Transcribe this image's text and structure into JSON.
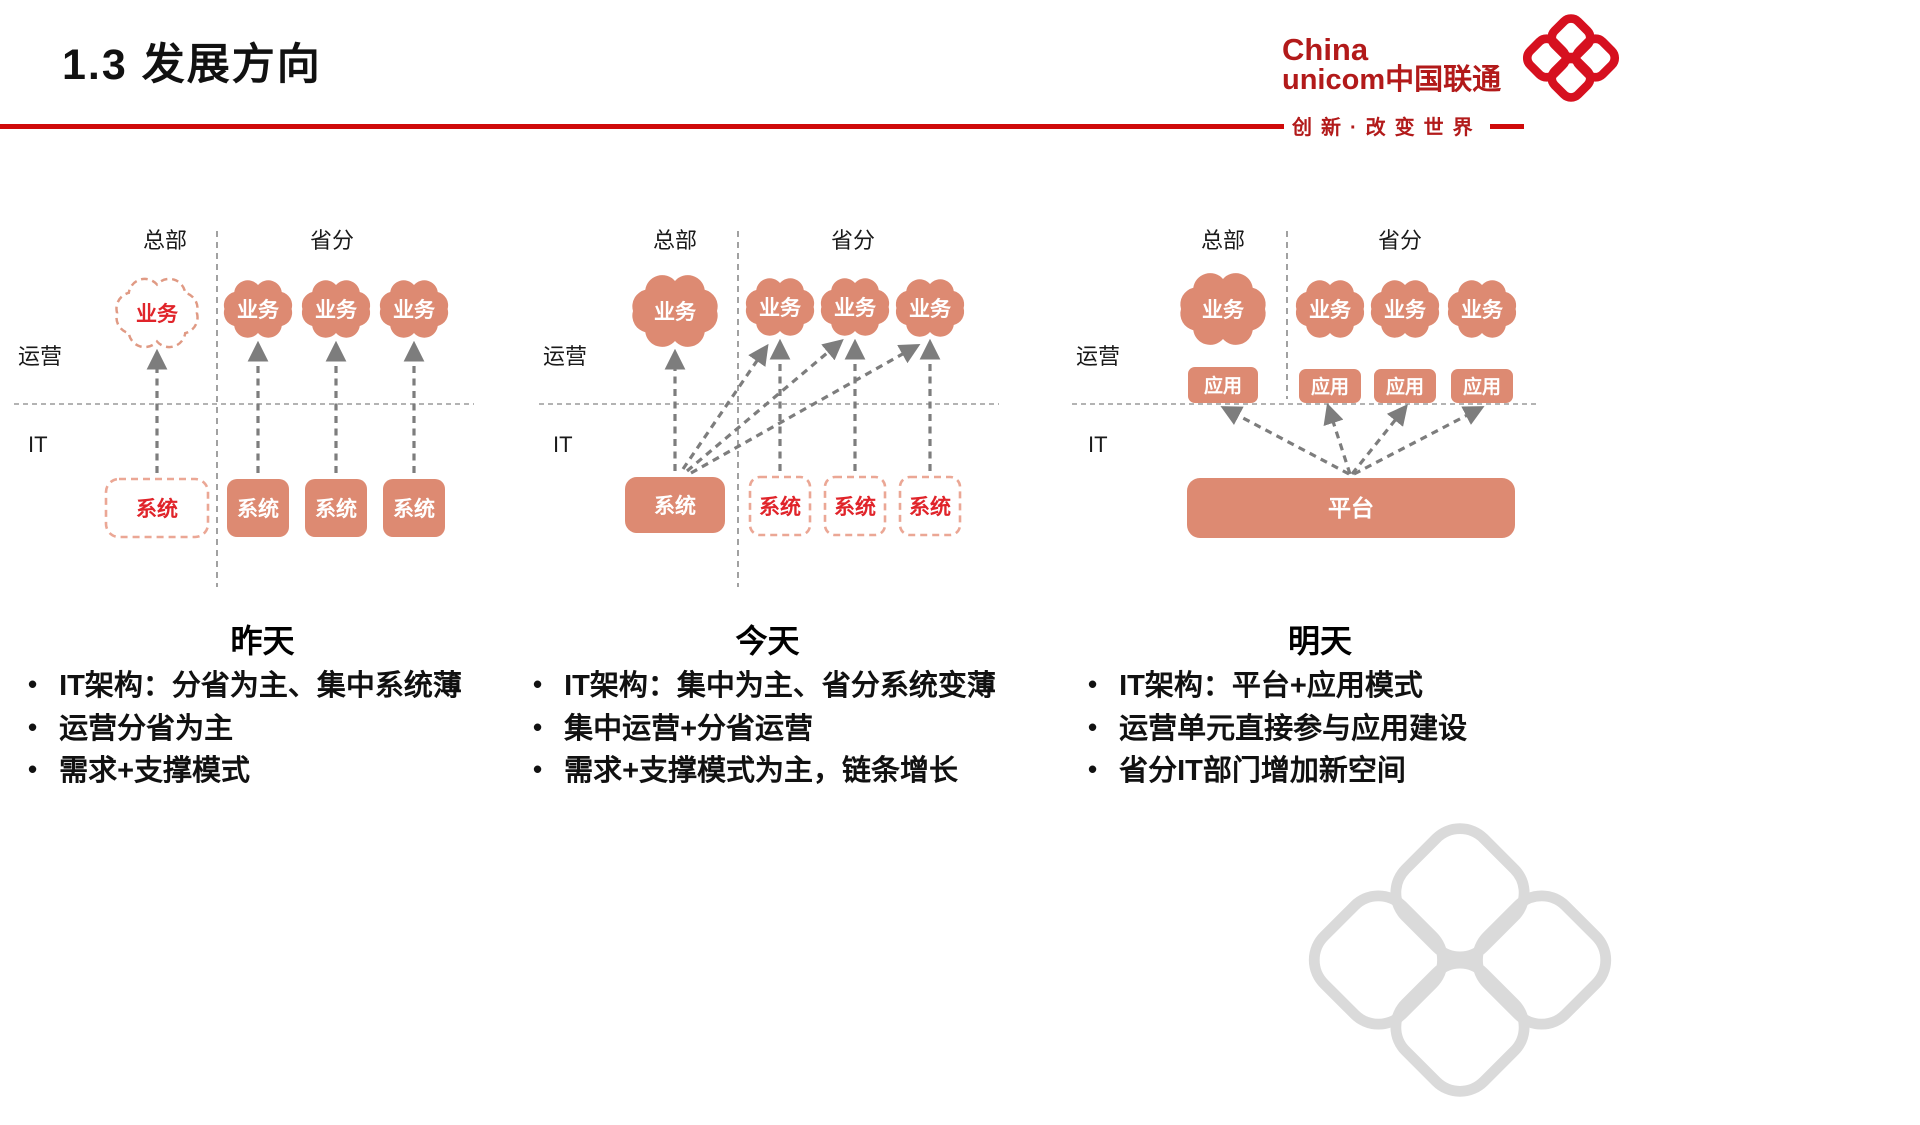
{
  "header": {
    "title": "1.3 发展方向",
    "logo": {
      "line1": "China",
      "line2": "unicom中国联通",
      "tagline": "创新·改变世界"
    }
  },
  "labels": {
    "hq": "总部",
    "province": "省分",
    "operation": "运营",
    "it": "IT",
    "business": "业务",
    "system": "系统",
    "app": "应用",
    "platform": "平台"
  },
  "panels": [
    {
      "caption": "昨天",
      "bullets": [
        "IT架构：分省为主、集中系统薄",
        "运营分省为主",
        "需求+支撑模式"
      ]
    },
    {
      "caption": "今天",
      "bullets": [
        "IT架构：集中为主、省分系统变薄",
        "集中运营+分省运营",
        "需求+支撑模式为主，链条增长"
      ]
    },
    {
      "caption": "明天",
      "bullets": [
        "IT架构：平台+应用模式",
        "运营单元直接参与应用建设",
        "省分IT部门增加新空间"
      ]
    }
  ],
  "colors": {
    "salmon": "#dd8a72",
    "red_text": "#e0242a",
    "rule_red": "#cf0a0a",
    "logo_red": "#b21a1a",
    "arrow_gray": "#7d7d7d"
  }
}
